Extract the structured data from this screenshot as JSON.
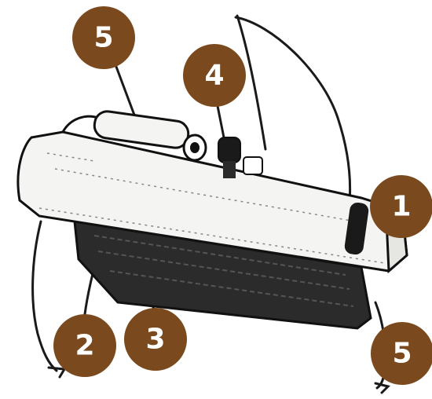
{
  "colors": {
    "callout_fill": "#7a4a1e",
    "callout_text": "#ffffff",
    "drawing_ink": "#1a1a1a",
    "body_fill": "#f4f4f2"
  },
  "callouts": [
    {
      "id": "callout-5-top",
      "label": "5"
    },
    {
      "id": "callout-4",
      "label": "4"
    },
    {
      "id": "callout-1",
      "label": "1"
    },
    {
      "id": "callout-2",
      "label": "2"
    },
    {
      "id": "callout-3",
      "label": "3"
    },
    {
      "id": "callout-5-bottom",
      "label": "5"
    }
  ]
}
